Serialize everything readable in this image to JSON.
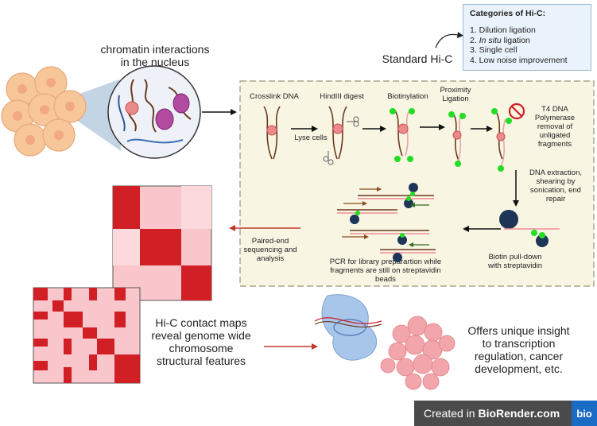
{
  "categories_box": {
    "title": "Categories of Hi-C:",
    "items": [
      "1. Dilution ligation",
      "2. In situ ligation",
      "3. Single cell",
      "4. Low noise improvement"
    ]
  },
  "standard_label": "Standard Hi-C",
  "nucleus_label": "chromatin interactions\nin the nucleus",
  "steps": {
    "crosslink": "Crosslink DNA",
    "hindiii": "HindIII digest",
    "biotinylation": "Biotinylation",
    "proximity": "Proximity\nLigation",
    "t4": "T4 DNA\nPolymerase\nremoval of\nunligated\nfragments",
    "lyse": "Lyse cells",
    "extraction": "DNA extraction,\nshearing by\nsonication, end\nrepair",
    "pulldown": "Biotin pull-down\nwith streptavidin",
    "pcr": "PCR for library preparartion while\nfragments are still on streptavidin\nbeads",
    "sequencing": "Paired-end\nsequencing and\nanalysis"
  },
  "contact_maps_label": "Hi-C contact maps\nreveal genome wide\nchromosome\nstructural features",
  "insight_label": "Offers unique insight\nto transcription\nregulation, cancer\ndevelopment, etc.",
  "footer": {
    "prefix": "Created in ",
    "brand": "BioRender.com",
    "logo": "bio"
  },
  "colors": {
    "dark_red": "#d11f26",
    "light_pink": "#f9c6cb",
    "mid_pink": "#f08f98",
    "panel_bg": "#f8f5e3",
    "panel_border": "#9a9478",
    "green_biotin": "#22dd22",
    "navy_bead": "#1d3557",
    "cell_fill": "#f7c79a",
    "nucleus_fill": "#e9eef6"
  }
}
